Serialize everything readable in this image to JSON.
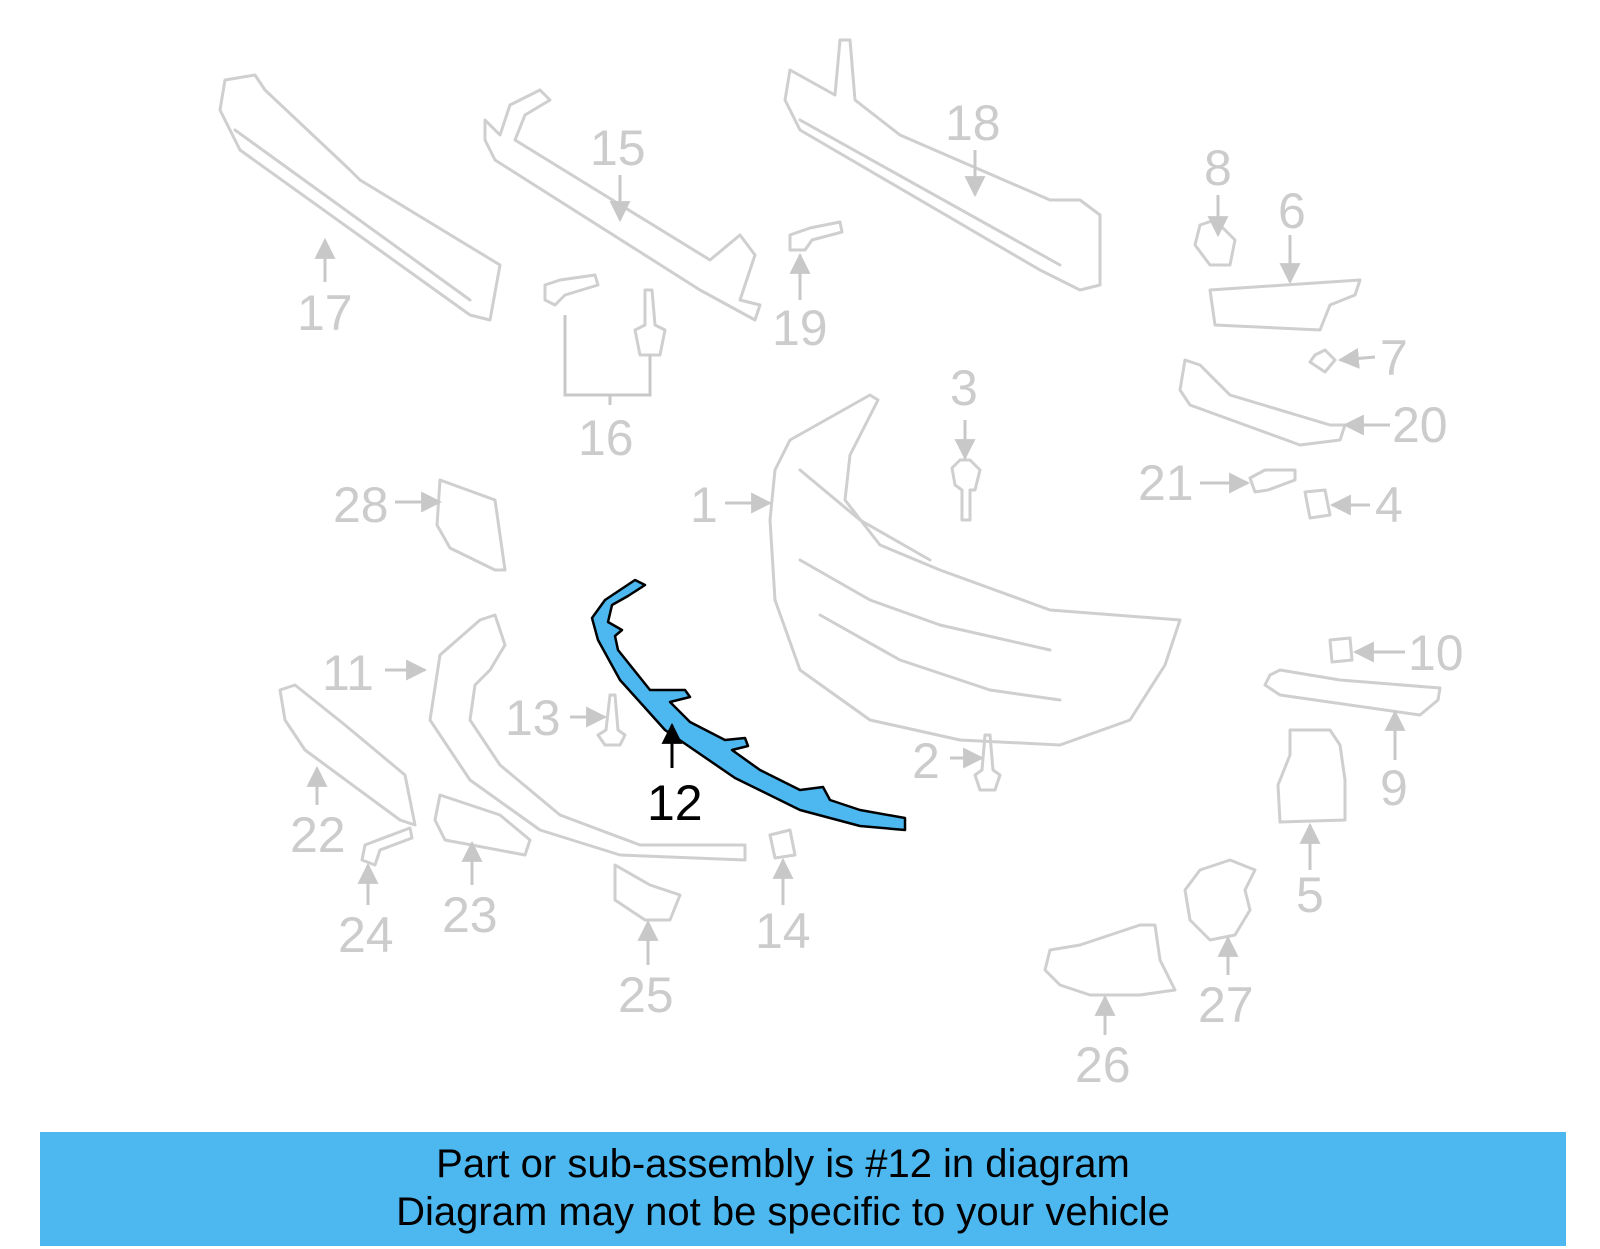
{
  "diagram": {
    "highlight_color": "#4db8ef",
    "highlighted_part": "12",
    "callouts": [
      "1",
      "2",
      "3",
      "4",
      "5",
      "6",
      "7",
      "8",
      "9",
      "10",
      "11",
      "12",
      "13",
      "14",
      "15",
      "16",
      "17",
      "18",
      "19",
      "20",
      "21",
      "22",
      "23",
      "24",
      "25",
      "26",
      "27",
      "28"
    ]
  },
  "banner": {
    "line1": "Part or sub-assembly is #12 in diagram",
    "line2": "Diagram may not be specific to your vehicle"
  }
}
